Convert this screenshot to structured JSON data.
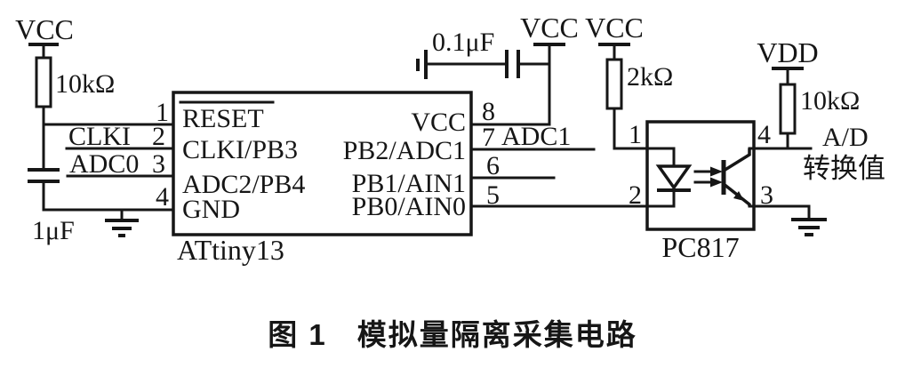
{
  "colors": {
    "ink": "#161616",
    "paper": "#ffffff"
  },
  "power": {
    "vcc_reset": "VCC",
    "vcc_mcu": "VCC",
    "vcc_led": "VCC",
    "vdd": "VDD"
  },
  "components": {
    "r_reset": {
      "value": "10kΩ"
    },
    "c_reset": {
      "value": "1μF"
    },
    "c_decoupling": {
      "value": "0.1μF"
    },
    "r_led": {
      "value": "2kΩ"
    },
    "r_pullup": {
      "value": "10kΩ"
    }
  },
  "signals": {
    "clki": "CLKI",
    "adc0": "ADC0",
    "adc1": "ADC1",
    "output_line1": "A/D",
    "output_line2": "转换值"
  },
  "mcu": {
    "name": "ATtiny13",
    "left_pins": [
      {
        "num": "1",
        "label": "RESET"
      },
      {
        "num": "2",
        "label": "CLKI/PB3"
      },
      {
        "num": "3",
        "label": "ADC2/PB4"
      },
      {
        "num": "4",
        "label": "GND"
      }
    ],
    "right_pins": [
      {
        "num": "8",
        "label": "VCC"
      },
      {
        "num": "7",
        "label": "PB2/ADC1"
      },
      {
        "num": "6",
        "label": "PB1/AIN1"
      },
      {
        "num": "5",
        "label": "PB0/AIN0"
      }
    ]
  },
  "opto": {
    "name": "PC817",
    "pin_anode": "1",
    "pin_cathode": "2",
    "pin_emitter": "3",
    "pin_collector": "4"
  },
  "caption": {
    "prefix": "图 1",
    "title": "模拟量隔离采集电路"
  }
}
